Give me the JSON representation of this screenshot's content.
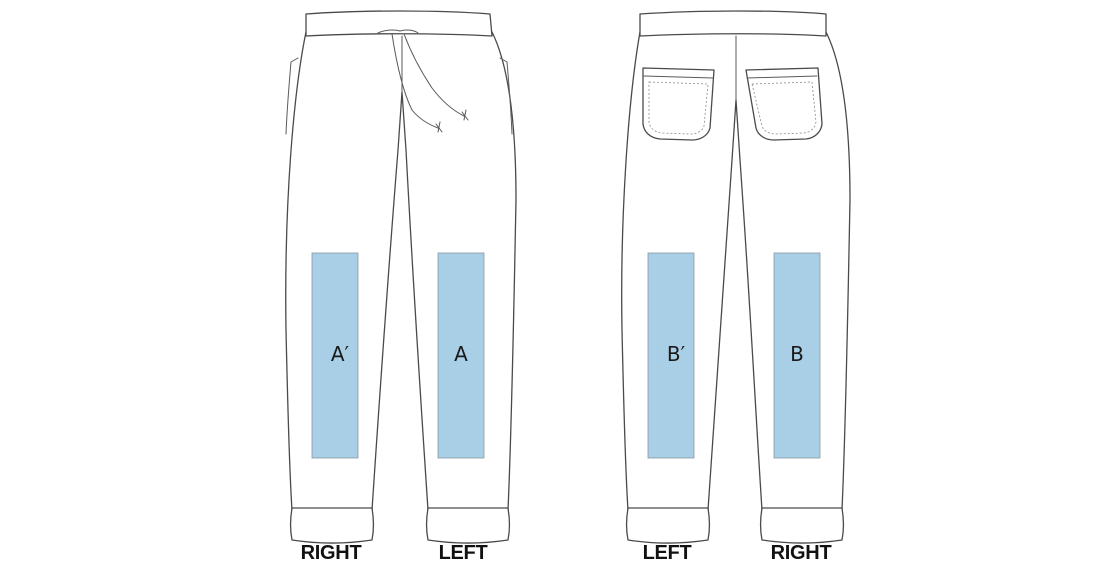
{
  "front_view": {
    "areas": [
      {
        "id": "A-prime",
        "label": "A′"
      },
      {
        "id": "A",
        "label": "A"
      }
    ],
    "side_labels": [
      "RIGHT",
      "LEFT"
    ]
  },
  "back_view": {
    "areas": [
      {
        "id": "B-prime",
        "label": "B′"
      },
      {
        "id": "B",
        "label": "B"
      }
    ],
    "side_labels": [
      "LEFT",
      "RIGHT"
    ]
  },
  "colors": {
    "print_area": "#a9cfe6",
    "outline": "#4a4a4a"
  }
}
